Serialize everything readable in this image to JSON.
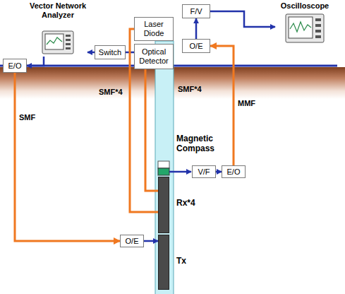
{
  "diagram": {
    "nodes": [
      {
        "text": [
          "Vector Network Analyzer"
        ]
      },
      {
        "text": [
          "E/O"
        ]
      },
      {
        "text": [
          "Switch"
        ]
      },
      {
        "text": [
          "Laser Diode"
        ]
      },
      {
        "text": [
          "Optical Detector"
        ]
      },
      {
        "text": [
          "F/V"
        ]
      },
      {
        "text": [
          "O/E"
        ]
      },
      {
        "text": [
          "Oscilloscope"
        ]
      },
      {
        "text": [
          "V/F"
        ]
      },
      {
        "text": [
          "E/O"
        ]
      },
      {
        "text": [
          "Rx*4"
        ]
      },
      {
        "text": [
          "Tx"
        ]
      },
      {
        "text": [
          "O/E"
        ]
      }
    ],
    "edges": [
      {
        "from": 2,
        "to": 0,
        "arrow": "to"
      },
      {
        "from": 0,
        "to": 1,
        "arrow": "to"
      },
      {
        "from": 4,
        "to": 2,
        "arrow": "none"
      },
      {
        "from": 6,
        "to": 5,
        "arrow": "to"
      },
      {
        "from": 5,
        "to": 7,
        "arrow": "to"
      },
      {
        "from": 3,
        "to": 10,
        "arrow": "none"
      },
      {
        "from": 10,
        "to": 4,
        "arrow": "none"
      },
      {
        "from": 9,
        "to": 6,
        "arrow": "to"
      },
      {
        "from": 1,
        "to": 12,
        "arrow": "to"
      },
      {
        "from": 8,
        "to": 9,
        "arrow": "to"
      },
      {
        "from": 12,
        "to": 11,
        "arrow": "to"
      }
    ],
    "labels": [
      "SMF",
      "SMF*4",
      "SMF*4",
      "MMF",
      "Magnetic Compass"
    ]
  }
}
